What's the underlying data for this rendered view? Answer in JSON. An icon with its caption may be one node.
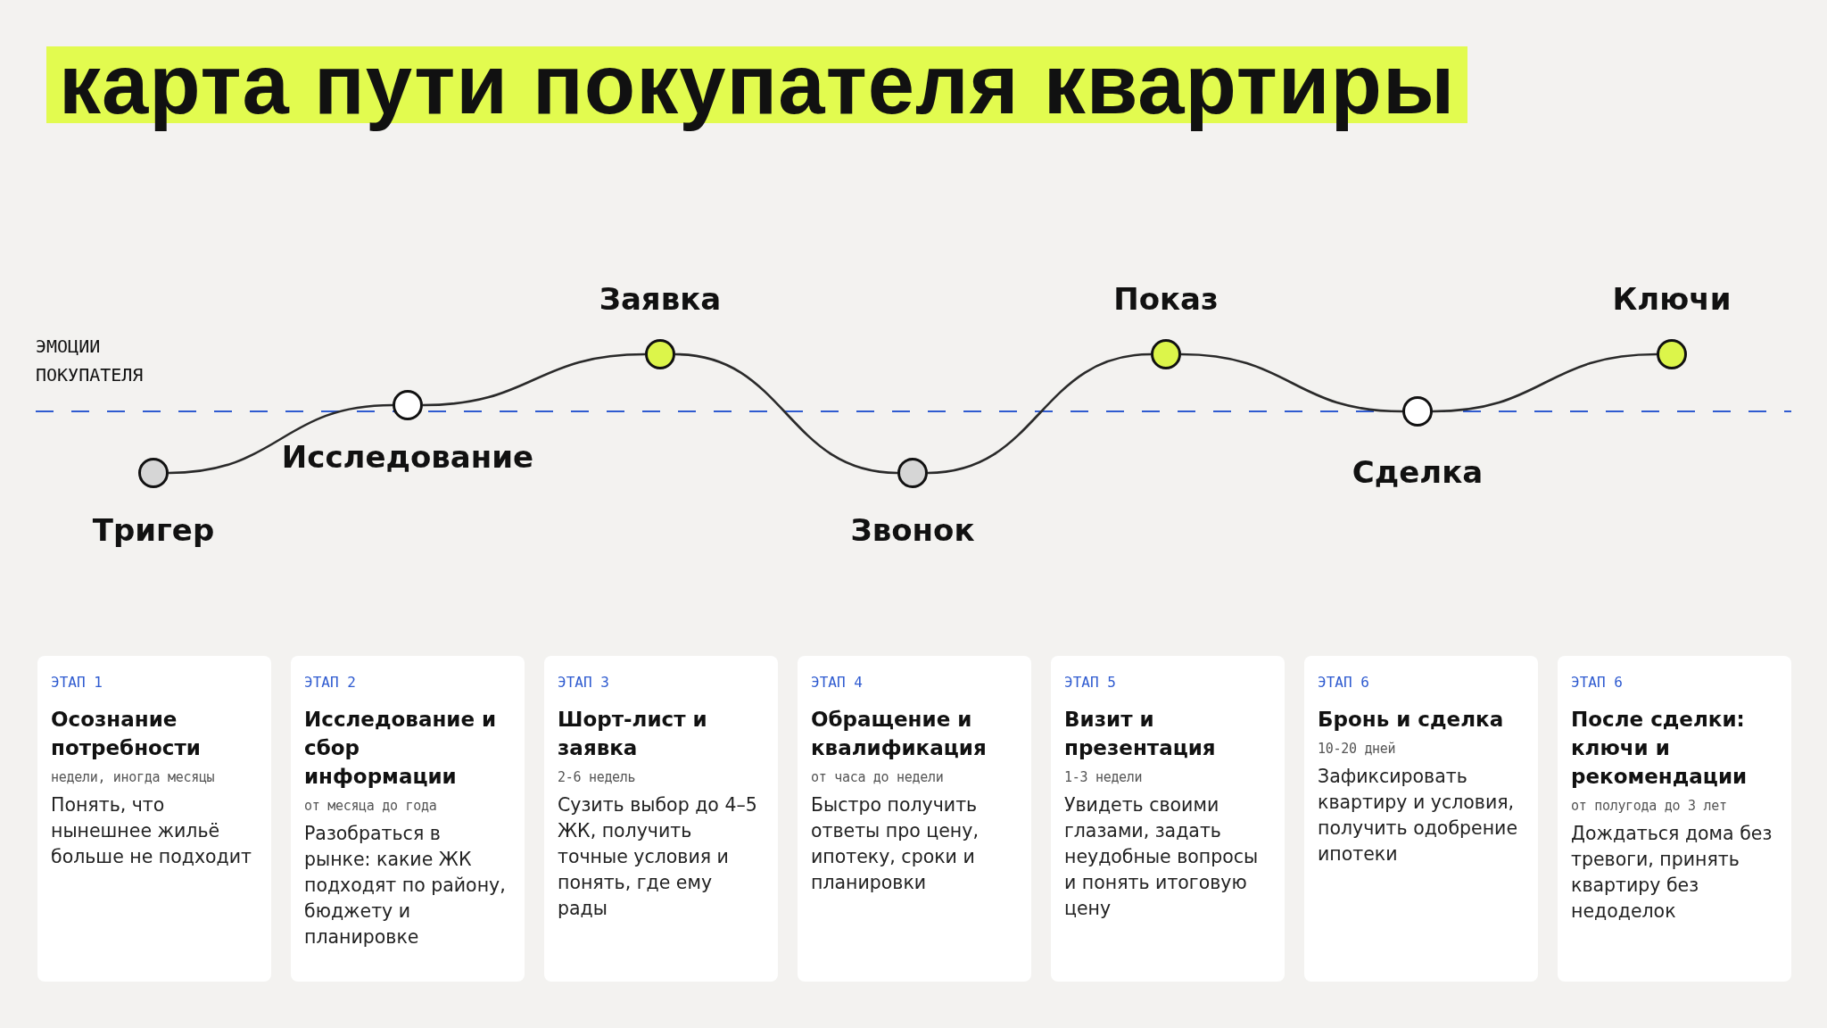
{
  "diagram": {
    "title": "карта пути покупателя квартиры",
    "nodes": [
      {
        "text": [],
        "shape": "circle",
        "beside": [
          "Тригер"
        ]
      },
      {
        "text": [],
        "shape": "circle",
        "beside": [
          "Исследование"
        ]
      },
      {
        "text": [],
        "shape": "circle",
        "beside": [
          "Заявка"
        ]
      },
      {
        "text": [],
        "shape": "circle",
        "beside": [
          "Звонок"
        ]
      },
      {
        "text": [],
        "shape": "circle",
        "beside": [
          "Показ"
        ]
      },
      {
        "text": [],
        "shape": "circle",
        "beside": [
          "Сделка"
        ]
      },
      {
        "text": [],
        "shape": "circle",
        "beside": [
          "Ключи"
        ]
      },
      {
        "text": [
          "ЭТАП 1",
          "Осознание потребности",
          "недели, иногда месяцы",
          "Понять, что нынешнее жильё больше не подходит"
        ]
      },
      {
        "text": [
          "ЭТАП 2",
          "Исследование и сбор информации",
          "от месяца до года",
          "Разобраться в рынке: какие ЖК подходят по району, бюджету и планировке"
        ]
      },
      {
        "text": [
          "ЭТАП 3",
          "Шорт-лист и заявка",
          "2-6 недель",
          "Сузить выбор до 4–5 ЖК, получить точные условия и понять, где ему рады"
        ]
      },
      {
        "text": [
          "ЭТАП 4",
          "Обращение и квалификация",
          "от часа до недели",
          "Быстро получить ответы про цену, ипотеку, сроки и планировки"
        ]
      },
      {
        "text": [
          "ЭТАП 5",
          "Визит и презентация",
          "1-3 недели",
          "Увидеть своими глазами, задать неудобные вопросы и понять итоговую цену"
        ]
      },
      {
        "text": [
          "ЭТАП 6",
          "Бронь и сделка",
          "10-20 дней",
          "Зафиксировать квартиру и условия, получить одобрение ипотеки"
        ]
      },
      {
        "text": [
          "ЭТАП 6",
          "После сделки: ключи и рекомендации",
          "от полугода до 3 лет",
          "Дождаться дома без тревоги, принять квартиру без недоделок"
        ]
      }
    ],
    "edges": [
      {
        "from": 0,
        "to": 1,
        "arrow": "none"
      },
      {
        "from": 1,
        "to": 2,
        "arrow": "none"
      },
      {
        "from": 2,
        "to": 3,
        "arrow": "none"
      },
      {
        "from": 3,
        "to": 4,
        "arrow": "none"
      },
      {
        "from": 4,
        "to": 5,
        "arrow": "none"
      },
      {
        "from": 5,
        "to": 6,
        "arrow": "none"
      }
    ],
    "labels": [
      "ЭМОЦИИ ПОКУПАТЕЛЯ"
    ]
  }
}
